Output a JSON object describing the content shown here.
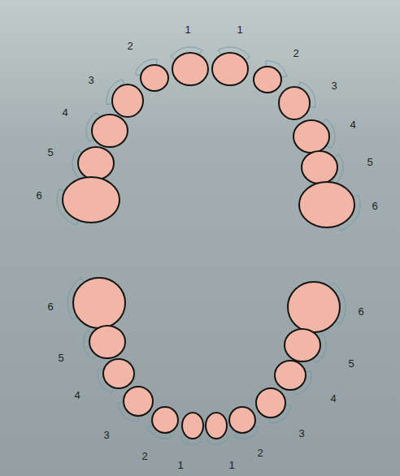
{
  "diagram": {
    "labels": [
      "1",
      "1",
      "2",
      "2",
      "3",
      "3",
      "4",
      "4",
      "5",
      "5",
      "6",
      "6",
      "6",
      "6",
      "5",
      "5",
      "4",
      "4",
      "3",
      "3",
      "2",
      "2",
      "1",
      "1"
    ]
  }
}
